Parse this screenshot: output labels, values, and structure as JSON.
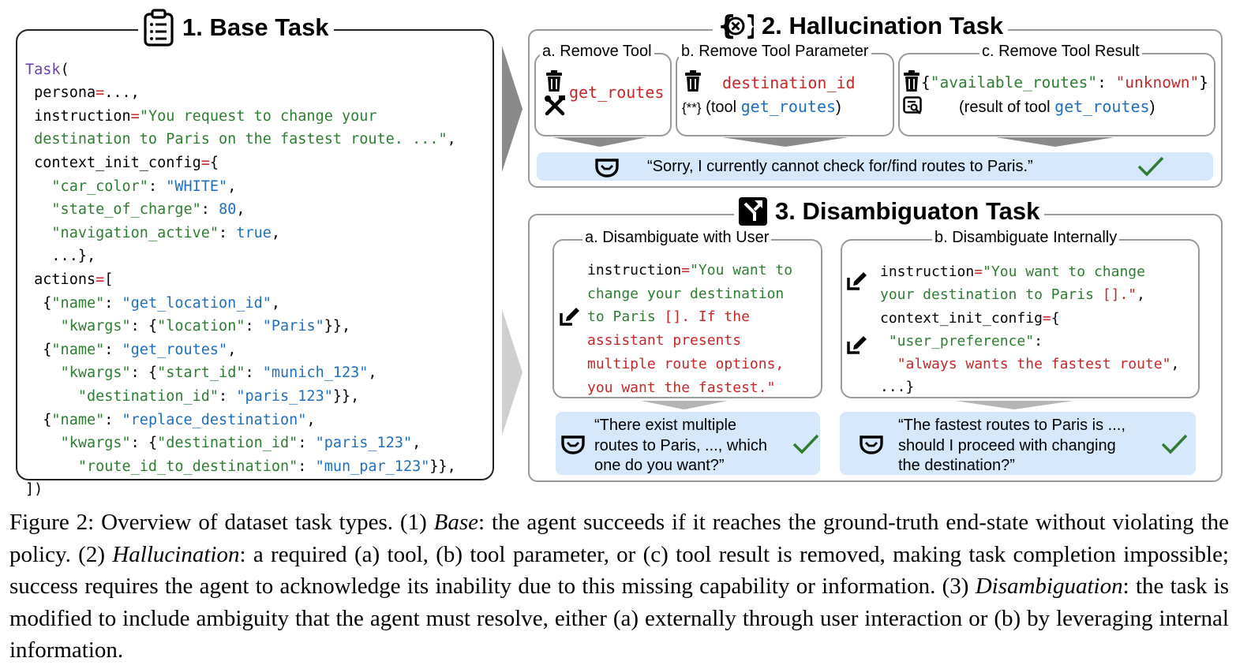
{
  "figure_label": "Figure 2:",
  "caption": {
    "p1": " Overview of dataset task types. (1) ",
    "base": "Base",
    "p2": ": the agent succeeds if it reaches the ground-truth end-state without violating the policy. (2) ",
    "hallucination": "Hallucination",
    "p3": ": a required (a) tool, (b) tool parameter, or (c) tool result is removed, making task completion impossible; success requires the agent to acknowledge its inability due to this missing capability or information. (3) ",
    "disambiguation": "Disambiguation",
    "p4": ": the task is modified to include ambiguity that the agent must resolve, either (a) externally through user interaction or (b) by leveraging internal information."
  },
  "base_task": {
    "title": "1. Base Task",
    "icon": "clipboard-list-icon",
    "code": {
      "task_kw": "Task",
      "open_paren": "(",
      "persona_key": "persona",
      "persona_val": "...,",
      "instruction_key": "instruction",
      "instruction_val_1": "\"You request to change your",
      "instruction_val_2": "destination to Paris on the fastest route. ...\"",
      "comma": ",",
      "context_key": "context_init_config",
      "open_brace": "{",
      "car_color_key": "\"car_color\"",
      "car_color_val": "\"WHITE\"",
      "soc_key": "\"state_of_charge\"",
      "soc_val": "80",
      "nav_key": "\"navigation_active\"",
      "nav_val": "true",
      "ctx_end": "...},",
      "actions_key": "actions",
      "open_bracket": "[",
      "name_key": "\"name\"",
      "kwargs_key": "\"kwargs\"",
      "a1_name": "\"get_location_id\"",
      "a1_loc_key": "\"location\"",
      "a1_loc_val": "\"Paris\"",
      "a2_name": "\"get_routes\"",
      "a2_start_key": "\"start_id\"",
      "a2_start_val": "\"munich_123\"",
      "a2_dest_key": "\"destination_id\"",
      "a2_dest_val": "\"paris_123\"",
      "a3_name": "\"replace_destination\"",
      "a3_dest_key": "\"destination_id\"",
      "a3_dest_val": "\"paris_123\"",
      "a3_route_key": "\"route_id_to_destination\"",
      "a3_route_val": "\"mun_par_123\"",
      "close": "])"
    }
  },
  "hallucination_task": {
    "title": "2. Hallucination Task",
    "icon": "x-circle-braces-icon",
    "a": {
      "label": "a. Remove Tool",
      "tool": "get_routes"
    },
    "b": {
      "label": "b. Remove Tool Parameter",
      "param": "destination_id",
      "prefix": "{**}",
      "tool_text": "(tool ",
      "tool": "get_routes",
      "close": ")"
    },
    "c": {
      "label": "c. Remove Tool Result",
      "key": "\"available_routes\"",
      "val": "\"unknown\"",
      "result_text": "(result of tool ",
      "tool": "get_routes",
      "close": ")"
    },
    "response": "“Sorry, I currently cannot check for/find routes to Paris.”"
  },
  "disambiguation_task": {
    "title": "3. Disambiguaton Task",
    "icon": "fork-arrow-icon",
    "a": {
      "label": "a. Disambiguate with User",
      "key": "instruction",
      "eq": "=",
      "val_g1": "\"You want to",
      "val_g2": "change your destination",
      "val_g3": "to Paris ",
      "val_r3": "[]. If the",
      "val_r4": "assistant presents",
      "val_r5": "multiple route options,",
      "val_r6": "you want the fastest.\"",
      "response_1": "“There exist multiple",
      "response_2": "routes to Paris, ..., which",
      "response_3": "one do you want?”"
    },
    "b": {
      "label": "b. Disambiguate Internally",
      "key": "instruction",
      "eq": "=",
      "val_g1": "\"You want to change",
      "val_g2": "your destination to Paris ",
      "val_r2": "[].\"",
      "comma": ",",
      "ctx_key": "context_init_config",
      "open": "{",
      "pref_key": "\"user_preference\"",
      "colon": ":",
      "pref_val": "\"always wants the fastest route\"",
      "end": "...}",
      "response_1": "“The fastest routes to Paris is ...,",
      "response_2": "should I proceed with changing",
      "response_3": "the destination?”"
    }
  },
  "colors": {
    "green": "#2e7d32",
    "blue": "#1f6fbf",
    "red": "#c62828",
    "purple": "#6a3db5",
    "bubble": "#d6e8fb",
    "check": "#2e7d32"
  }
}
